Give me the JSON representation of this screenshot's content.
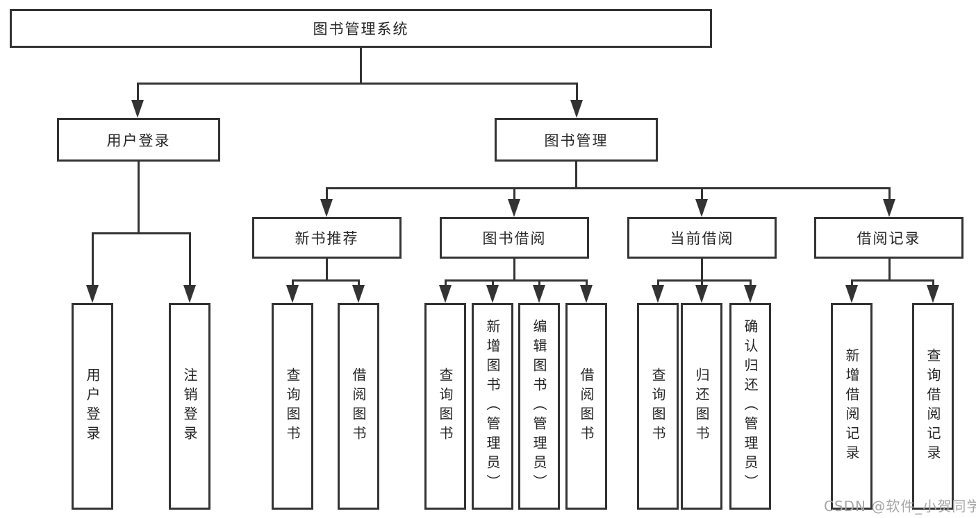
{
  "diagram": {
    "root": {
      "label": "图书管理系统"
    },
    "level2": [
      {
        "label": "用户登录"
      },
      {
        "label": "图书管理"
      }
    ],
    "level3": [
      {
        "label": "新书推荐"
      },
      {
        "label": "图书借阅"
      },
      {
        "label": "当前借阅"
      },
      {
        "label": "借阅记录"
      }
    ],
    "leaves": [
      {
        "label": "用户登录"
      },
      {
        "label": "注销登录"
      },
      {
        "label": "查询图书"
      },
      {
        "label": "借阅图书"
      },
      {
        "label": "查询图书"
      },
      {
        "label": "新增图书（管理员）"
      },
      {
        "label": "编辑图书（管理员）"
      },
      {
        "label": "借阅图书"
      },
      {
        "label": "查询图书"
      },
      {
        "label": "归还图书"
      },
      {
        "label": "确认归还（管理员）"
      },
      {
        "label": "新增借阅记录"
      },
      {
        "label": "查询借阅记录"
      }
    ],
    "watermark": "CSDN @软件_小贺同学",
    "colors": {
      "line": "#333333",
      "text": "#262626",
      "box_fill": "#ffffff",
      "watermark": "#a6a6a6",
      "background": "#ffffff"
    }
  }
}
